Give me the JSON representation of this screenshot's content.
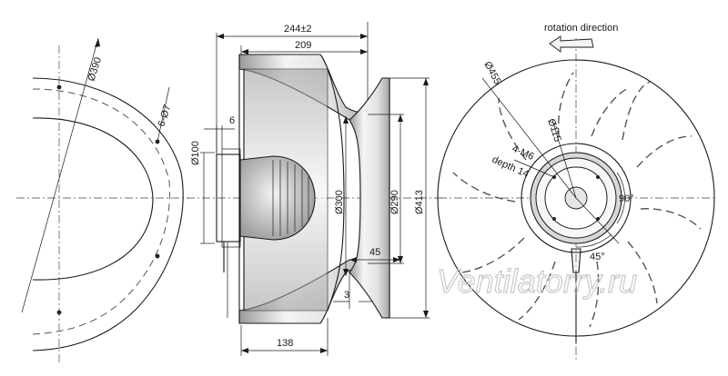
{
  "labels": {
    "overall_length": "244±2",
    "impeller_length": "209",
    "flange_thickness": "6",
    "hub_diameter": "Ø100",
    "inlet_diameter": "Ø300",
    "outlet_diameter": "Ø290",
    "outer_diameter": "Ø413",
    "inlet_depth": "45",
    "gap": "3",
    "motor_length": "138",
    "bolt_circle": "Ø390",
    "mount_holes": "6-Ø7",
    "impeller_diameter": "Ø455",
    "shaft_hub": "Ø115",
    "thread": "4-M6",
    "thread_depth": "depth 14",
    "angle_90": "90°",
    "angle_45": "45°",
    "rotation": "rotation direction"
  },
  "watermark": "Ventilatorry.ru"
}
